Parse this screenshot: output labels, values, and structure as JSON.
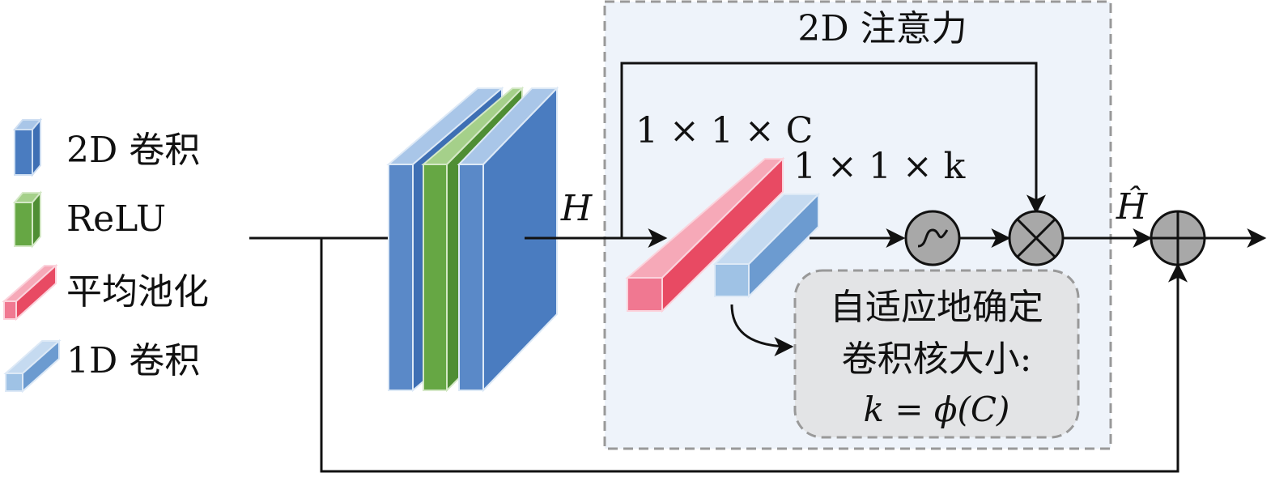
{
  "legend": {
    "conv2d": "2D 卷积",
    "relu": "ReLU",
    "avgpool": "平均池化",
    "conv1d": "1D 卷积"
  },
  "attention": {
    "title": "2D 注意力",
    "dim_pool": "1 × 1 × C",
    "dim_conv": "1 × 1 × k"
  },
  "signals": {
    "h": "H",
    "h_hat": "Ĥ"
  },
  "note": {
    "line1": "自适应地确定",
    "line2": "卷积核大小:",
    "line3": "k = ϕ(C)"
  },
  "colors": {
    "conv2d_front": "#4a7cc0",
    "conv2d_light": "#a9c6e8",
    "relu_front": "#66a744",
    "relu_light": "#a5d08a",
    "pool_front": "#f07891",
    "pool_side": "#e84a63",
    "pool_top": "#f6a9b8",
    "conv1d_front": "#9fc2e5",
    "conv1d_side": "#6c9bd0",
    "attention_bg": "#eef3fa",
    "note_bg": "#e3e4e6",
    "operator_fill": "#a8a8a8"
  }
}
